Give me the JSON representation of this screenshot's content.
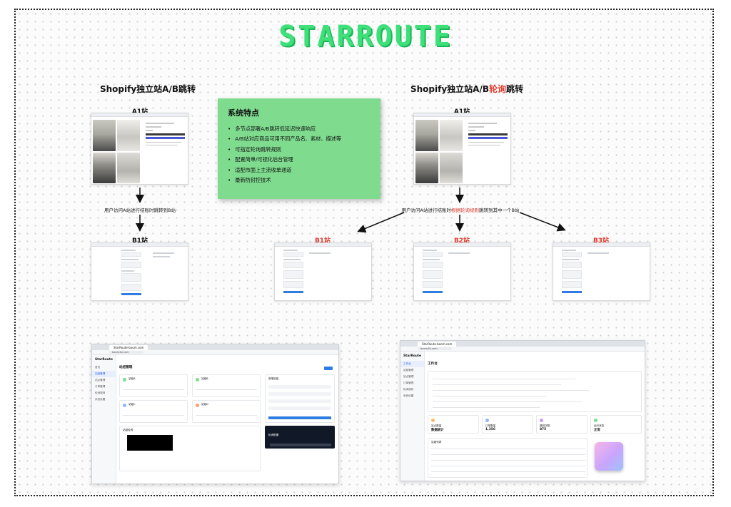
{
  "logo": "STARROUTE",
  "left": {
    "heading": "Shopify独立站A/B跳转",
    "a_label": "A1站",
    "note": "用户访问A站进行结账时跳转到B站",
    "b_label": "B1站"
  },
  "right": {
    "heading_prefix": "Shopify独立站A/B",
    "heading_red": "轮询",
    "heading_suffix": "跳转",
    "a_label": "A1站",
    "note_prefix": "用户访问A站进行结账时",
    "note_red": "根据轮询规则",
    "note_suffix": "跳转到其中一个B站",
    "b_labels": [
      "B1站",
      "B2站",
      "B3站"
    ]
  },
  "features": {
    "title": "系统特点",
    "items": [
      "多节点部署A/B跳转低延迟快速响应",
      "A/B站对应商品可用不同产品名、素材、描述等",
      "可指定轮询跳转规则",
      "配置简单/可视化后台管理",
      "适配市面上主流收单通道",
      "最新防封控技术"
    ]
  },
  "dashboard_left": {
    "tab": "StarRoute-boom.com",
    "url": "boom4b.com",
    "brand": "StarRoute",
    "page_title": "站组管理",
    "nav": [
      "首页",
      "站组管理",
      "站点管理",
      "订单管理",
      "轮询规则",
      "系统设置"
    ],
    "card_titles": [
      "站组A",
      "站组B",
      "站组C",
      "站组D"
    ],
    "panel_title": "新增站组",
    "bottom_title": "站组轮询",
    "dark_title": "轮询配置"
  },
  "dashboard_right": {
    "tab": "StarRoute-boom.com",
    "url": "boom4b.com",
    "brand": "StarRoute",
    "page_title": "工作台",
    "nav": [
      "工作台",
      "站组管理",
      "站点管理",
      "订单管理",
      "轮询规则",
      "系统设置"
    ],
    "stats": [
      {
        "label": "站点数量",
        "value": "数据统计"
      },
      {
        "label": "订单数量",
        "value": "1,356"
      },
      {
        "label": "跳转次数",
        "value": "875"
      },
      {
        "label": "运行状态",
        "value": "正常"
      }
    ],
    "list_title": "站组列表"
  },
  "colors": {
    "logo_green": "#3ee07a",
    "feature_bg": "#7fdc8f",
    "accent_red": "#e33b2e",
    "dashboard_blue": "#2f7de1"
  }
}
